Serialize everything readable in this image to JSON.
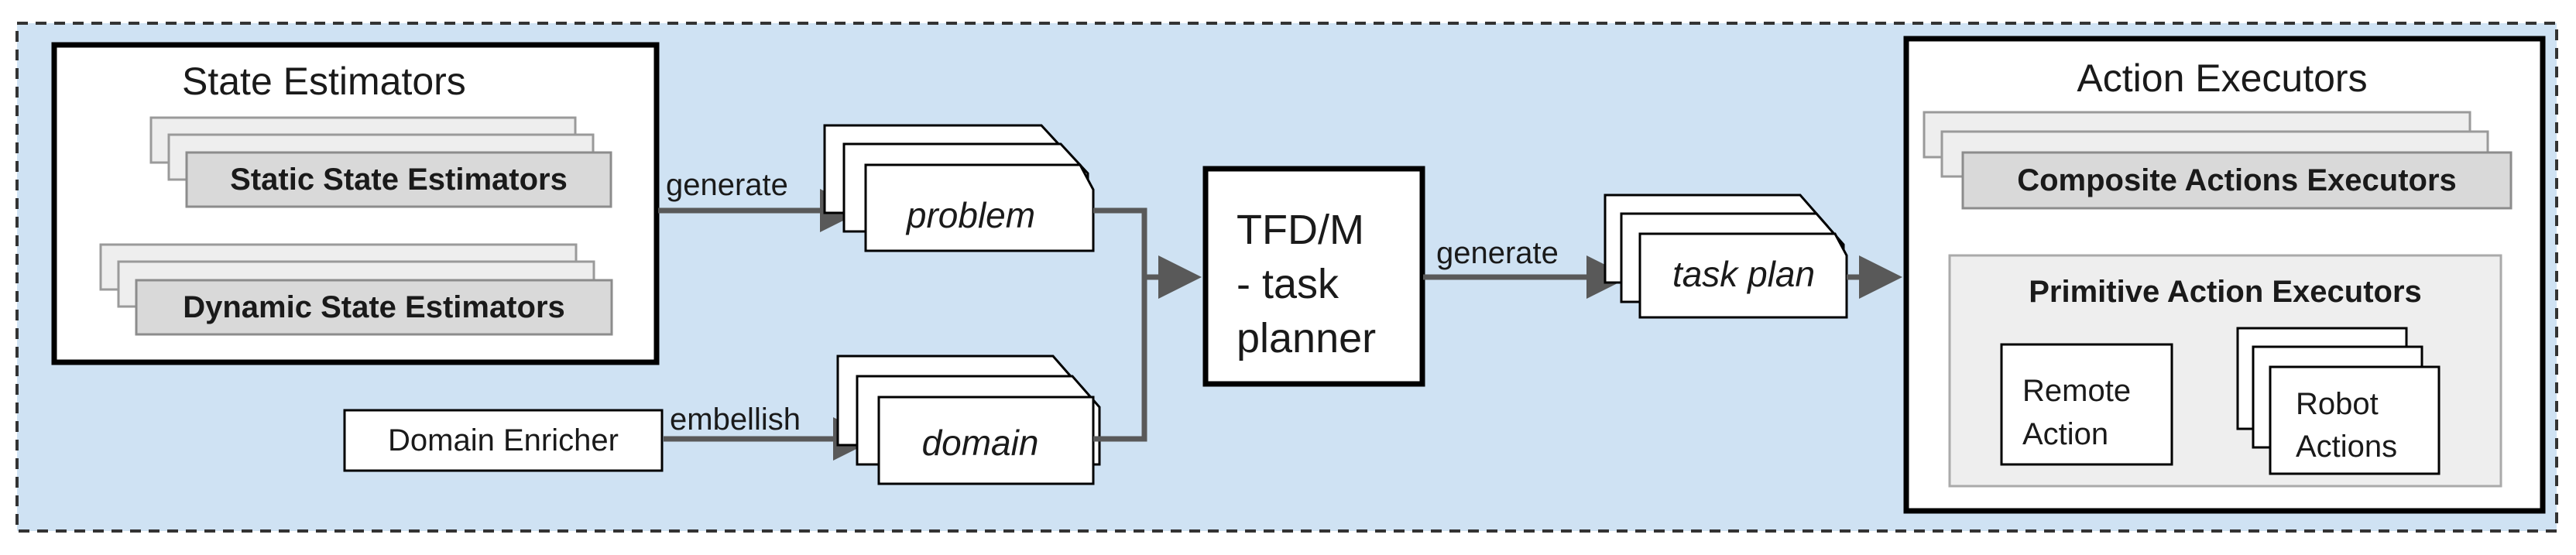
{
  "state_estimators": {
    "title": "State Estimators",
    "static_label": "Static State Estimators",
    "dynamic_label": "Dynamic State Estimators"
  },
  "domain_enricher": {
    "label": "Domain Enricher"
  },
  "edges": {
    "generate_problem": "generate",
    "embellish_domain": "embellish",
    "generate_plan": "generate"
  },
  "documents": {
    "problem": "problem",
    "domain": "domain",
    "task_plan": "task plan"
  },
  "planner": {
    "line1": "TFD/M",
    "line2": "- task",
    "line3": "planner"
  },
  "action_executors": {
    "title": "Action Executors",
    "composite_label": "Composite Actions Executors",
    "primitive": {
      "title": "Primitive Action Executors",
      "remote_line1": "Remote",
      "remote_line2": "Action",
      "robot_line1": "Robot",
      "robot_line2": "Actions"
    }
  },
  "colors": {
    "background_panel": "#cfe2f3",
    "inner_gray": "#eeeeee",
    "stack_gray": "#d9d9d9",
    "arrow": "#595959",
    "border": "#000000"
  }
}
